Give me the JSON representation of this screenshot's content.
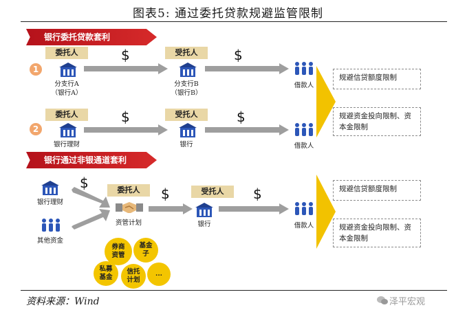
{
  "title": "图表5:   通过委托贷款规避监管限制",
  "section1": {
    "banner": "银行委托贷款套利",
    "row1": {
      "number": "1",
      "entrusting_role": "委托人",
      "entrusting_label_line1": "分支行A",
      "entrusting_label_line2": "（银行A）",
      "trustee_role": "受托人",
      "trustee_label_line1": "分支行B",
      "trustee_label_line2": "（银行B）",
      "borrower_label": "借款人"
    },
    "row2": {
      "number": "2",
      "entrusting_role": "委托人",
      "entrusting_label": "银行理财",
      "trustee_role": "受托人",
      "trustee_label": "银行",
      "borrower_label": "借款人"
    },
    "outcome1": "规避信贷额度限制",
    "outcome2_line1": "规避资金投向限制、资",
    "outcome2_line2": "本金限制"
  },
  "section2": {
    "banner": "银行通过非银通道套利",
    "source1_label": "银行理财",
    "source2_label": "其他资金",
    "entrusting_role": "委托人",
    "plan_label": "资管计划",
    "trustee_role": "受托人",
    "trustee_label": "银行",
    "borrower_label": "借款人",
    "outcome1": "规避信贷额度限制",
    "outcome2_line1": "规避资金投向限制、资",
    "outcome2_line2": "本金限制",
    "circles": {
      "c1_line1": "券商",
      "c1_line2": "资管",
      "c2_line1": "基金",
      "c2_line2": "子",
      "c3_line1": "私募",
      "c3_line2": "基金",
      "c4_line1": "信托",
      "c4_line2": "计划",
      "c5": "..."
    }
  },
  "dollar": "$",
  "source": "资料来源：Wind",
  "watermark": "泽平宏观"
}
